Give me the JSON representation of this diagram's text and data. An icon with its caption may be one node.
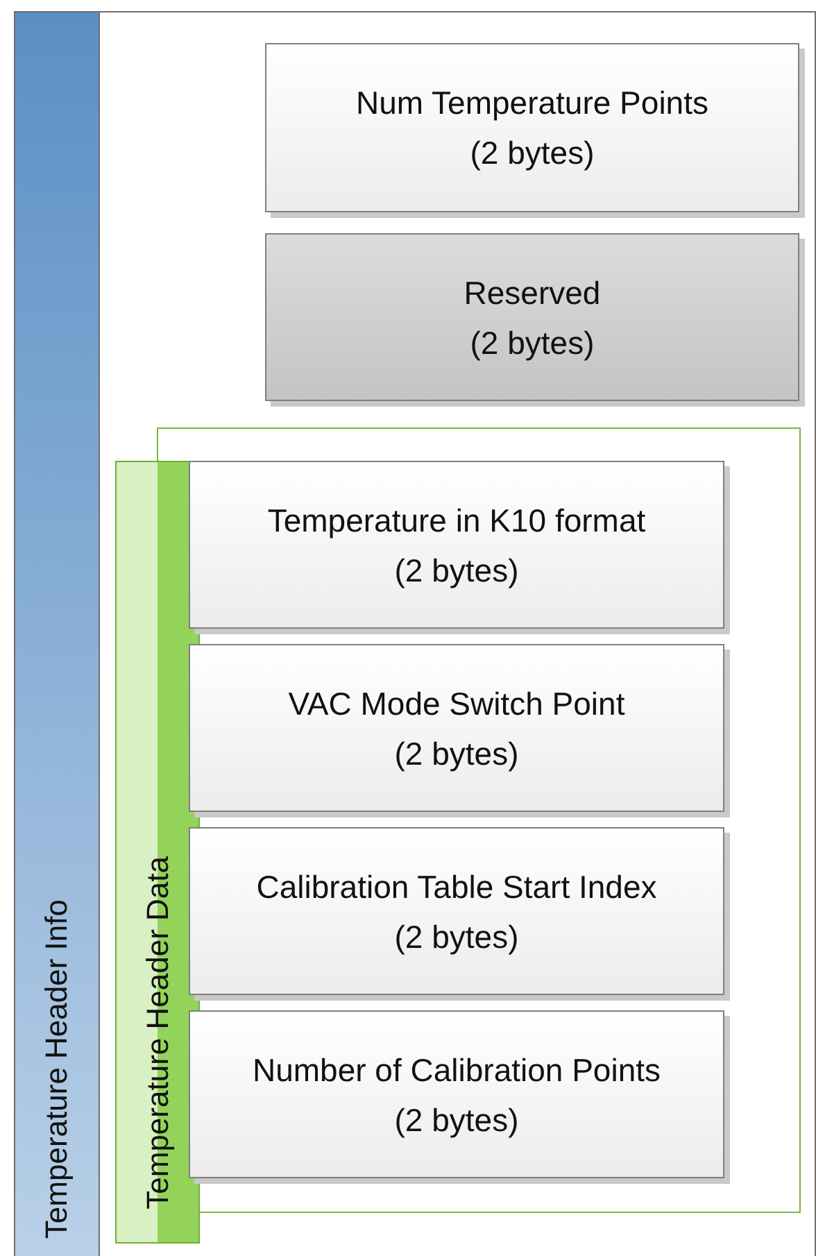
{
  "diagram": {
    "nodes": [
      {
        "text": [
          "Temperature Header Info"
        ]
      },
      {
        "text": [
          "Num Temperature Points",
          "(2 bytes)"
        ],
        "in": 0
      },
      {
        "text": [
          "Reserved",
          "(2 bytes)"
        ],
        "in": 0
      },
      {
        "text": [
          "Temperature Header Data"
        ],
        "in": 0
      },
      {
        "text": [
          "Temperature in K10 format",
          "(2 bytes)"
        ],
        "in": 3
      },
      {
        "text": [
          "VAC Mode Switch Point",
          "(2 bytes)"
        ],
        "in": 3
      },
      {
        "text": [
          "Calibration Table Start Index",
          "(2 bytes)"
        ],
        "in": 3
      },
      {
        "text": [
          "Number of Calibration Points",
          "(2 bytes)"
        ],
        "in": 3
      }
    ]
  }
}
